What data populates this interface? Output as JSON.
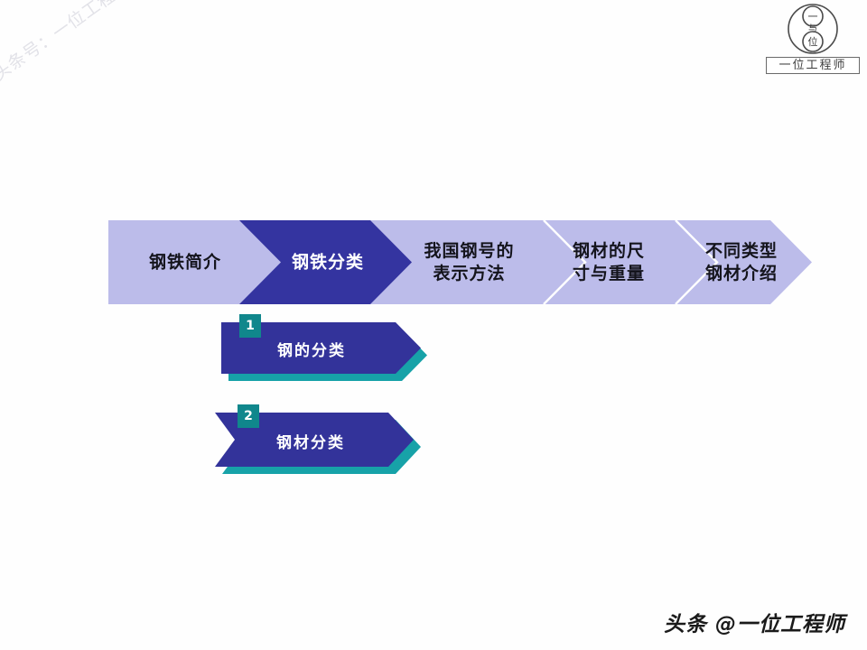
{
  "slide": {
    "background_color": "#fefefe"
  },
  "watermark_diagonal": {
    "text": "头条号：一位工程师",
    "color": "#e2e2e8"
  },
  "logo": {
    "icon_name": "engineer-circle-logo",
    "inner_top_char": "一",
    "inner_mid_char": "与",
    "inner_bottom_char": "位",
    "name": "一位工程师"
  },
  "process_bar": {
    "light_color": "#bcbcea",
    "dark_color": "#3434a0",
    "divider_color": "#ffffff",
    "segments": [
      {
        "label": "钢铁简介",
        "active": false
      },
      {
        "label": "钢铁分类",
        "active": true
      },
      {
        "label": "我国钢号的\n表示方法",
        "active": false
      },
      {
        "label": "钢材的尺\n寸与重量",
        "active": false
      },
      {
        "label": "不同类型\n钢材介绍",
        "active": false
      }
    ]
  },
  "callouts": [
    {
      "number": "1",
      "label": "钢的分类",
      "shape": "flat-left-arrow-right",
      "body_color": "#33339a",
      "shadow_color": "#17a2a8",
      "badge_color": "#10878c"
    },
    {
      "number": "2",
      "label": "钢材分类",
      "shape": "notched-left-arrow-right",
      "body_color": "#33339a",
      "shadow_color": "#17a2a8",
      "badge_color": "#10878c"
    }
  ],
  "watermark_bottom": {
    "text": "头条 @一位工程师",
    "color": "#1a1a1a"
  }
}
